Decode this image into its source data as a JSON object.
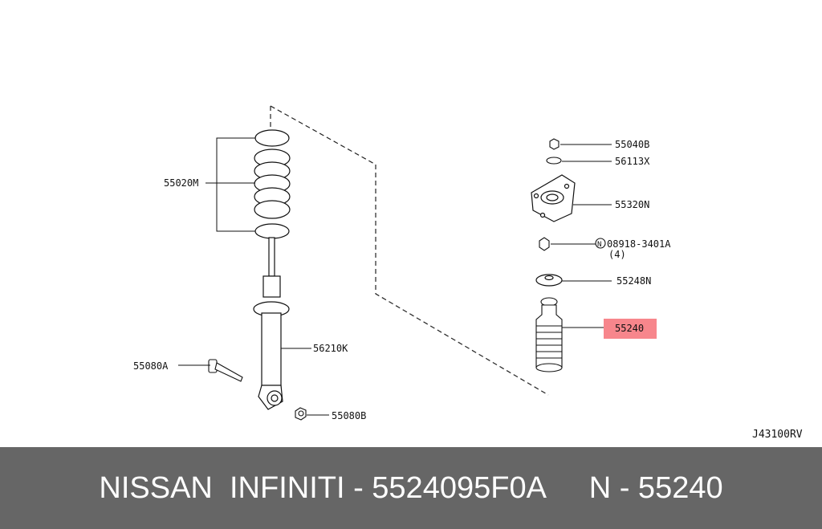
{
  "parts": {
    "spring": "55020M",
    "shock_absorber": "56210K",
    "bolt": "55080A",
    "nut_lower": "55080B",
    "nut_top": "55040B",
    "washer": "56113X",
    "mount": "55320N",
    "flange_nut": "08918-3401A",
    "flange_nut_symbol": "N",
    "flange_nut_qty": "(4)",
    "bump_seat": "55248N",
    "bump_stop": "55240"
  },
  "drawing_code": "J43100RV",
  "highlight_color": "#f7868c",
  "footer": {
    "brand": "NISSAN  INFINITI - 5524095F0A",
    "ref": "N - 55240"
  }
}
